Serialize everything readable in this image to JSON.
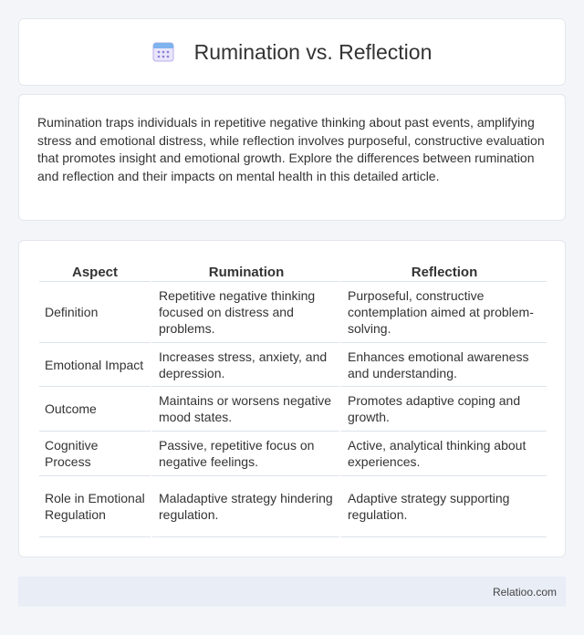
{
  "header": {
    "title": "Rumination vs. Reflection",
    "icon": "calendar-icon"
  },
  "intro": {
    "text": "Rumination traps individuals in repetitive negative thinking about past events, amplifying stress and emotional distress, while reflection involves purposeful, constructive evaluation that promotes insight and emotional growth. Explore the differences between rumination and reflection and their impacts on mental health in this detailed article."
  },
  "table": {
    "headers": [
      "Aspect",
      "Rumination",
      "Reflection"
    ],
    "rows": [
      [
        "Definition",
        "Repetitive negative thinking focused on distress and problems.",
        "Purposeful, constructive contemplation aimed at problem-solving."
      ],
      [
        "Emotional Impact",
        "Increases stress, anxiety, and depression.",
        "Enhances emotional awareness and understanding."
      ],
      [
        "Outcome",
        "Maintains or worsens negative mood states.",
        "Promotes adaptive coping and growth."
      ],
      [
        "Cognitive Process",
        "Passive, repetitive focus on negative feelings.",
        "Active, analytical thinking about experiences."
      ],
      [
        "Role in Emotional Regulation",
        "Maladaptive strategy hindering regulation.",
        "Adaptive strategy supporting regulation."
      ]
    ]
  },
  "footer": {
    "brand": "Relatioo.com"
  },
  "colors": {
    "background": "#f3f5f9",
    "card": "#ffffff",
    "footer": "#e8edf6",
    "icon_accent": "#8b7fd6"
  }
}
